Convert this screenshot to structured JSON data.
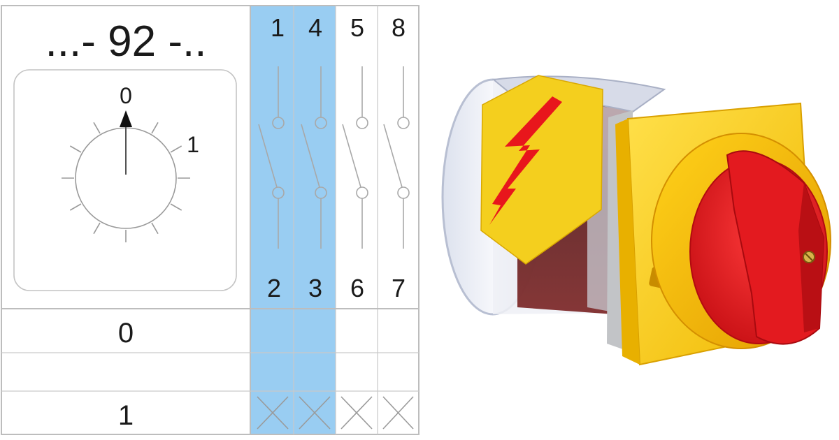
{
  "diagram": {
    "program_label": "...- 92 -..",
    "dial": {
      "position_labels": [
        "0",
        "1"
      ]
    },
    "contact_columns": [
      {
        "top_terminal": "1",
        "bottom_terminal": "2",
        "highlighted": true
      },
      {
        "top_terminal": "4",
        "bottom_terminal": "3",
        "highlighted": true
      },
      {
        "top_terminal": "5",
        "bottom_terminal": "6",
        "highlighted": false
      },
      {
        "top_terminal": "8",
        "bottom_terminal": "7",
        "highlighted": false
      }
    ],
    "switching_table": {
      "rows": [
        {
          "position": "0",
          "contacts_closed": [
            false,
            false,
            false,
            false
          ]
        },
        {
          "position": "1",
          "contacts_closed": [
            true,
            true,
            true,
            true
          ]
        }
      ]
    }
  },
  "colors": {
    "highlight": "#99cdf2",
    "line": "#bdbdbd",
    "switch_yellow": "#f5c400",
    "knob_red": "#e8141c"
  },
  "product_photo": {
    "subject": "rotary cam switch with red handle and yellow front plate"
  }
}
